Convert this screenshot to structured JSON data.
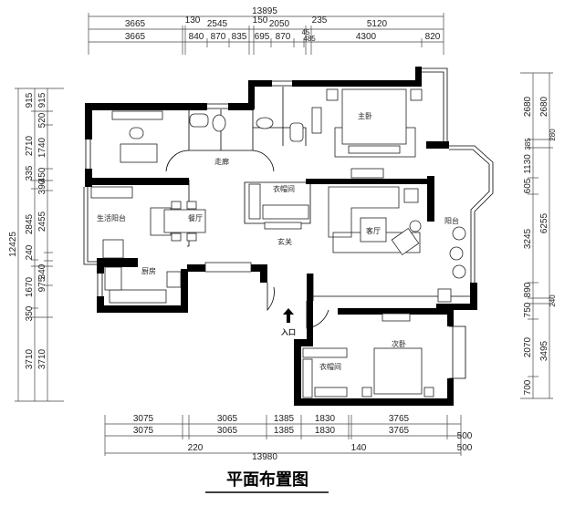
{
  "title": "平面布置图",
  "dimensions": {
    "top": {
      "total": "13895",
      "row1": [
        "3665",
        "130",
        "2545",
        "150",
        "2050",
        "235",
        "5120"
      ],
      "row2": [
        "3665",
        "840",
        "870",
        "835",
        "695",
        "870",
        "45",
        "485",
        "4300",
        "820"
      ]
    },
    "left": {
      "total": "12425",
      "row1": [
        "915",
        "2710",
        "335",
        "2845",
        "240",
        "1670",
        "350",
        "3710"
      ],
      "row2": [
        "915",
        "520",
        "1740",
        "450",
        "390",
        "2455",
        "340",
        "975",
        "3710"
      ]
    },
    "right": {
      "row1": [
        "2680",
        "385",
        "1130",
        "605",
        "3245",
        "890",
        "750",
        "2070",
        "700"
      ],
      "row2": [
        "2680",
        "280",
        "6255",
        "240",
        "3495"
      ]
    },
    "bottom": {
      "row1": [
        "3075",
        "3065",
        "1385",
        "1830",
        "3765"
      ],
      "row2": [
        "3075",
        "3065",
        "1385",
        "1830",
        "3765",
        "500"
      ],
      "total": "13980",
      "extras": [
        "220",
        "140",
        "500"
      ]
    }
  },
  "rooms": {
    "master_bedroom": "主卧",
    "corridor": "走廊",
    "walk_in_closet": "衣帽间",
    "foyer": "玄关",
    "living_room": "客厅",
    "balcony": "阳台",
    "utility_balcony": "生活阳台",
    "dining_room": "餐厅",
    "kitchen": "厨房",
    "second_bedroom": "次卧",
    "walk_in_closet_2": "衣帽间",
    "entrance": "入口"
  }
}
